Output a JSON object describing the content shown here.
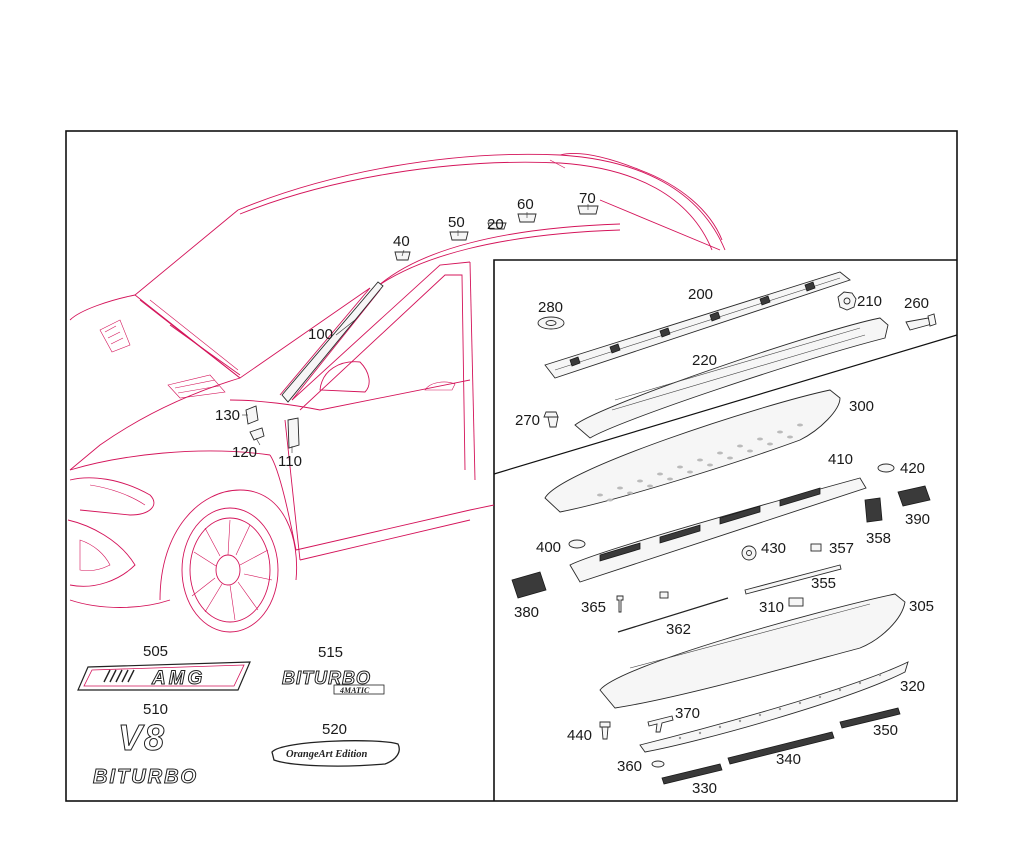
{
  "callouts": {
    "c20": "20",
    "c40": "40",
    "c50": "50",
    "c60": "60",
    "c70": "70",
    "c100": "100",
    "c110": "110",
    "c120": "120",
    "c130": "130",
    "c200": "200",
    "c210": "210",
    "c220": "220",
    "c260": "260",
    "c270": "270",
    "c280": "280",
    "c300": "300",
    "c305": "305",
    "c310": "310",
    "c320": "320",
    "c330": "330",
    "c340": "340",
    "c350": "350",
    "c355": "355",
    "c357": "357",
    "c358": "358",
    "c360": "360",
    "c362": "362",
    "c365": "365",
    "c370": "370",
    "c380": "380",
    "c390": "390",
    "c400": "400",
    "c410": "410",
    "c420": "420",
    "c430": "430",
    "c440": "440",
    "c505": "505",
    "c510": "510",
    "c515": "515",
    "c520": "520"
  },
  "emblems": {
    "amg": "AMG",
    "v8": "V8",
    "biturbo": "BITURBO",
    "biturbo_4matic_main": "BITURBO",
    "biturbo_4matic_sub": "4MATIC",
    "orangeart": "OrangeArt Edition"
  },
  "colors": {
    "vehicle_outline": "#d4145a",
    "parts": "#2a2a2a",
    "frame": "#111111"
  }
}
